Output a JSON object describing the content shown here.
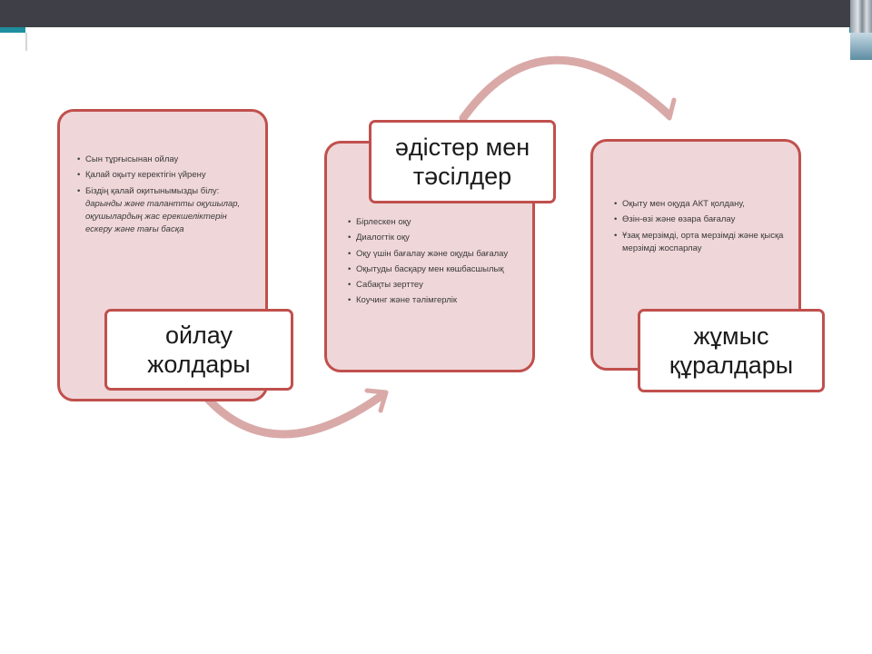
{
  "colors": {
    "top_bar": "#3f4047",
    "accent": "#1f8fa0",
    "panel_fill": "#efd6d8",
    "panel_border": "#c0504d",
    "arrow": "#d9a9a8"
  },
  "panels": [
    {
      "items": [
        {
          "text": "Сын тұрғысынан ойлау"
        },
        {
          "text": "Қалай оқыту керектігін үйрену"
        },
        {
          "text": "Біздің қалай оқитынымызды білу: ",
          "emphasis": "дарынды және талантты оқушылар, оқушылардың жас ерекшеліктерін ескеру және тағы басқа"
        }
      ],
      "label_lines": [
        "ойлау",
        "жолдары"
      ]
    },
    {
      "items": [
        {
          "text": "Бірлескен оқу"
        },
        {
          "text": "Диалогтік оқу"
        },
        {
          "text": "Оқу үшін бағалау және оқуды бағалау"
        },
        {
          "text": "Оқытуды басқару мен көшбасшылық"
        },
        {
          "text": "Сабақты зерттеу"
        },
        {
          "text": "Коучинг және тәлімгерлік"
        }
      ],
      "label_lines": [
        "әдістер мен",
        "тәсілдер"
      ]
    },
    {
      "items": [
        {
          "text": "Оқыту мен оқуда АКТ қолдану,"
        },
        {
          "text": "Өзін-өзі және өзара бағалау"
        },
        {
          "text": "Ұзақ мерзімді, орта мерзімді және қысқа мерзімді жоспарлау"
        }
      ],
      "label_lines": [
        "жұмыс",
        "құралдары"
      ]
    }
  ]
}
